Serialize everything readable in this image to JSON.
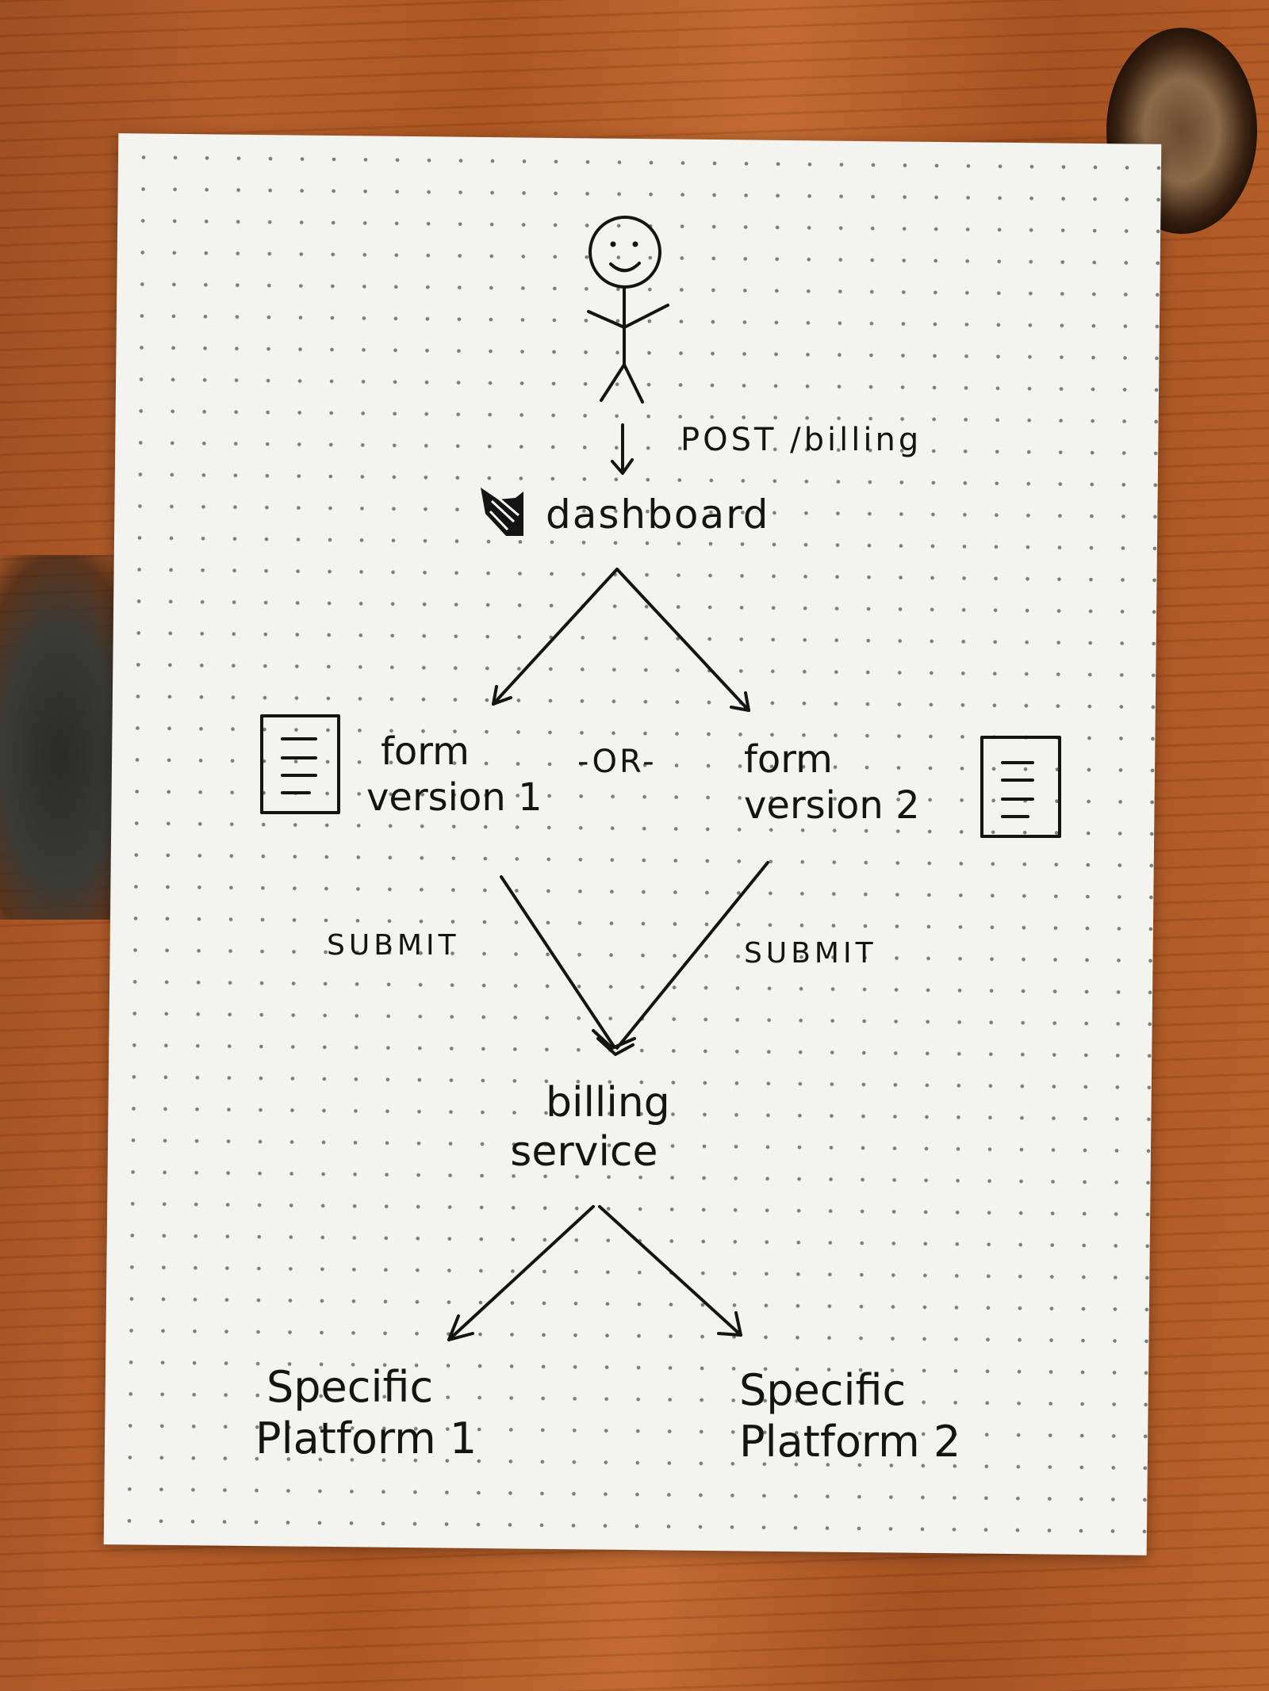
{
  "diagram": {
    "labels": {
      "request": "POST /billing",
      "dashboard": "dashboard",
      "form_v1_line1": "form",
      "form_v1_line2": "version 1",
      "or": "-OR-",
      "form_v2_line1": "form",
      "form_v2_line2": "version 2",
      "submit_left": "SUBMIT",
      "submit_right": "SUBMIT",
      "billing_line1": "billing",
      "billing_line2": "service",
      "platform1_line1": "Specific",
      "platform1_line2": "Platform 1",
      "platform2_line1": "Specific",
      "platform2_line2": "Platform 2"
    },
    "icons": [
      "stick-figure-icon",
      "cat-logo-icon",
      "document-icon",
      "document-icon"
    ],
    "colors": {
      "ink": "#141414",
      "paper": "#f3f3ef",
      "dots": "#7d7d78",
      "wood": "#b35a26"
    }
  }
}
